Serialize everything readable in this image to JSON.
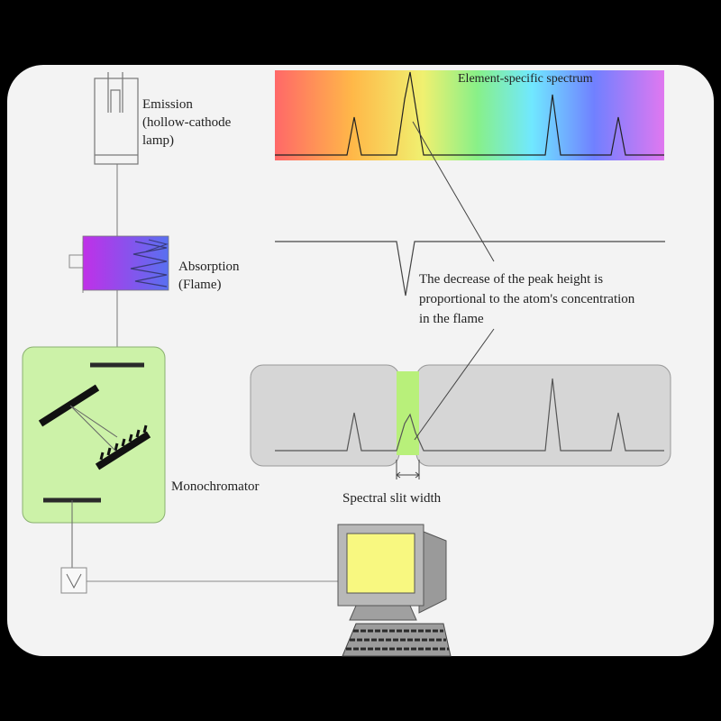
{
  "labels": {
    "emission_line1": "Emission",
    "emission_line2": "(hollow-cathode",
    "emission_line3": "lamp)",
    "absorption_line1": "Absorption",
    "absorption_line2": "(Flame)",
    "monochromator": "Monochromator",
    "element_spectrum": "Element-specific spectrum",
    "decrease_line1": "The decrease of the peak height is",
    "decrease_line2": "proportional to the atom's concentration",
    "decrease_line3": "in the flame",
    "slit_width": "Spectral slit width"
  },
  "colors": {
    "panel": "#f3f3f3",
    "monochromator_box": "#ccf2a8",
    "slit_highlight": "#b8f07a",
    "spectrum_band": [
      "#ff6060",
      "#ffb040",
      "#f4f060",
      "#80f080",
      "#60e0ff",
      "#6080ff",
      "#e070f0"
    ],
    "flame": [
      "#c030e8",
      "#5870f0"
    ],
    "monitor_screen": "#f8f880"
  },
  "icons": [
    "lamp-icon",
    "flame-cell-icon",
    "mirror-icon",
    "grating-icon",
    "detector-icon",
    "computer-monitor-icon",
    "keyboard-icon"
  ]
}
